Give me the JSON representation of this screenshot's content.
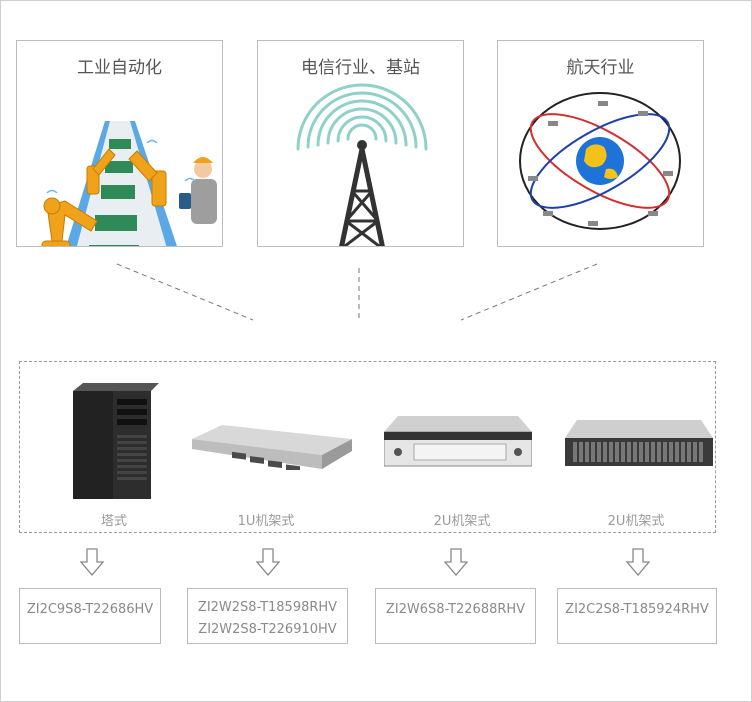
{
  "industries": [
    {
      "title": "工业自动化",
      "icon": "industrial-robot-icon"
    },
    {
      "title": "电信行业、基站",
      "icon": "signal-tower-icon"
    },
    {
      "title": "航天行业",
      "icon": "satellite-orbit-icon"
    }
  ],
  "servers": [
    {
      "label": "塔式",
      "icon": "tower-server-icon",
      "models": [
        "ZI2C9S8-T22686HV"
      ]
    },
    {
      "label": "1U机架式",
      "icon": "rack-1u-server-icon",
      "models": [
        "ZI2W2S8-T18598RHV",
        "ZI2W2S8-T226910HV"
      ]
    },
    {
      "label": "2U机架式",
      "icon": "rack-2u-server-icon",
      "models": [
        "ZI2W6S8-T22688RHV"
      ]
    },
    {
      "label": "2U机架式",
      "icon": "rack-2u-storage-server-icon",
      "models": [
        "ZI2C2S8-T185924RHV"
      ]
    }
  ],
  "colors": {
    "border": "#bdbdbd",
    "text": "#9a9a9a",
    "tower_arcs": "#8fd1c8",
    "tower_body": "#333333"
  }
}
